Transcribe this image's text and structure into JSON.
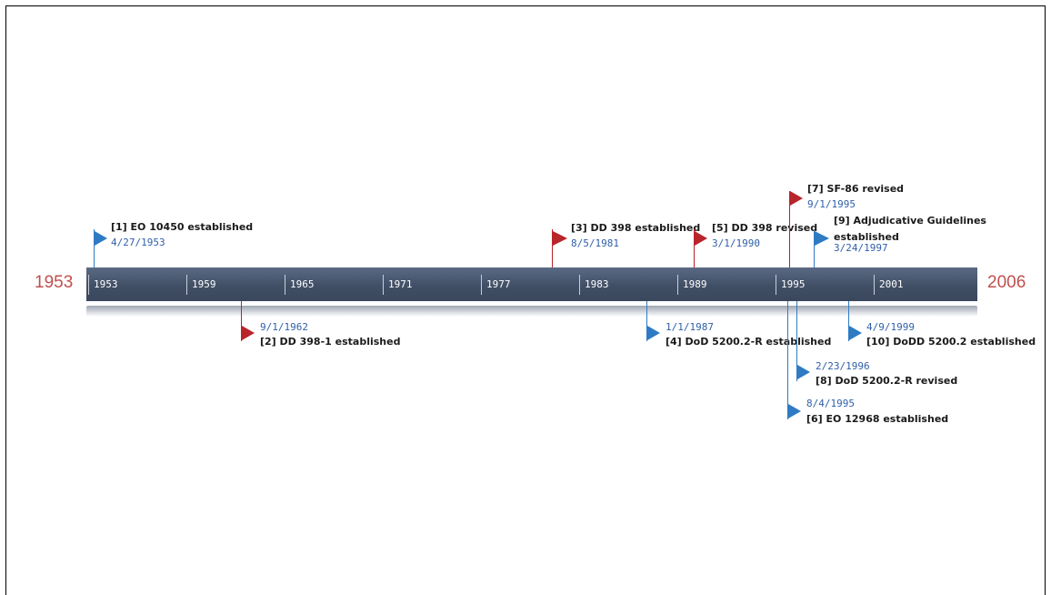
{
  "timeline": {
    "start_label": "1953",
    "end_label": "2006",
    "ticks": [
      "1953",
      "1959",
      "1965",
      "1971",
      "1977",
      "1983",
      "1989",
      "1995",
      "2001"
    ],
    "colors": {
      "bar": "#414f66",
      "red": "#c0504d",
      "blue": "#2e75b6",
      "red_flag": "#b8252b",
      "blue_flag": "#2e7bc4"
    }
  },
  "events": [
    {
      "title": "[1] EO 10450 established",
      "date": "4/27/1953",
      "color": "blue"
    },
    {
      "title": "[2] DD 398-1 established",
      "date": "9/1/1962",
      "color": "red"
    },
    {
      "title": "[3] DD 398 established",
      "date": "8/5/1981",
      "color": "red"
    },
    {
      "title": "[4] DoD 5200.2-R established",
      "date": "1/1/1987",
      "color": "blue"
    },
    {
      "title": "[5] DD 398 revised",
      "date": "3/1/1990",
      "color": "red"
    },
    {
      "title": "[6] EO 12968 established",
      "date": "8/4/1995",
      "color": "blue"
    },
    {
      "title": "[7] SF-86 revised",
      "date": "9/1/1995",
      "color": "red"
    },
    {
      "title": "[8] DoD 5200.2-R revised",
      "date": "2/23/1996",
      "color": "blue"
    },
    {
      "title": "[9] Adjudicative Guidelines established",
      "title_line1": "[9] Adjudicative Guidelines",
      "title_line2": "established",
      "date": "3/24/1997",
      "color": "blue"
    },
    {
      "title": "[10] DoDD 5200.2 established",
      "date": "4/9/1999",
      "color": "blue"
    }
  ]
}
